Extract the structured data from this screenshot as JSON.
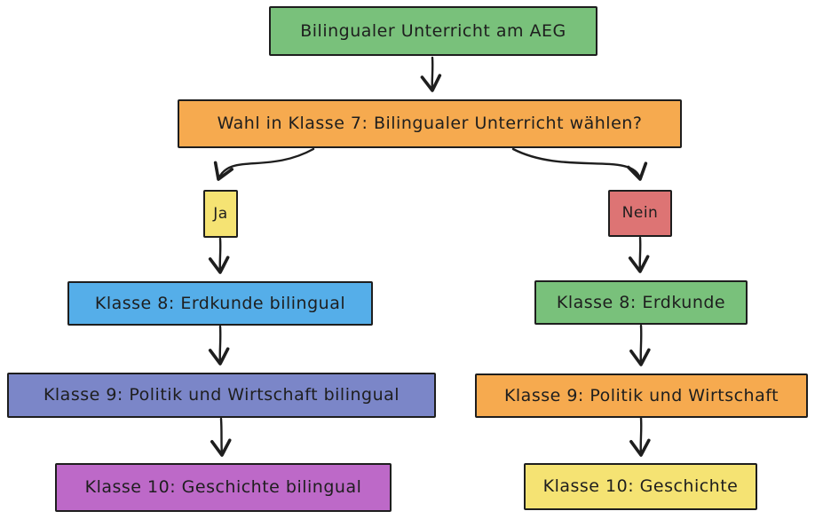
{
  "diagram": {
    "type": "flowchart",
    "language": "de",
    "background_color": "#ffffff",
    "border_color": "#1e1e1e",
    "text_color": "#1e1e1e"
  },
  "nodes": [
    {
      "id": "title",
      "label": "Bilingualer Unterricht am AEG",
      "fill": "#79c17b"
    },
    {
      "id": "decision",
      "label": "Wahl in Klasse 7: Bilingualer Unterricht wählen?",
      "fill": "#f6aa4f"
    },
    {
      "id": "ja",
      "label": "Ja",
      "fill": "#f5e373"
    },
    {
      "id": "nein",
      "label": "Nein",
      "fill": "#dd7474"
    },
    {
      "id": "left-k8",
      "label": "Klasse 8: Erdkunde bilingual",
      "fill": "#55aee9"
    },
    {
      "id": "left-k9",
      "label": "Klasse 9: Politik und Wirtschaft bilingual",
      "fill": "#7b86c8"
    },
    {
      "id": "left-k10",
      "label": "Klasse 10: Geschichte bilingual",
      "fill": "#bd69c8"
    },
    {
      "id": "right-k8",
      "label": "Klasse 8: Erdkunde",
      "fill": "#79c17b"
    },
    {
      "id": "right-k9",
      "label": "Klasse 9: Politik und Wirtschaft",
      "fill": "#f6aa4f"
    },
    {
      "id": "right-k10",
      "label": "Klasse 10: Geschichte",
      "fill": "#f5e373"
    }
  ],
  "edges": [
    {
      "from": "title",
      "to": "decision"
    },
    {
      "from": "decision",
      "to": "ja"
    },
    {
      "from": "decision",
      "to": "nein"
    },
    {
      "from": "ja",
      "to": "left-k8"
    },
    {
      "from": "left-k8",
      "to": "left-k9"
    },
    {
      "from": "left-k9",
      "to": "left-k10"
    },
    {
      "from": "nein",
      "to": "right-k8"
    },
    {
      "from": "right-k8",
      "to": "right-k9"
    },
    {
      "from": "right-k9",
      "to": "right-k10"
    }
  ]
}
